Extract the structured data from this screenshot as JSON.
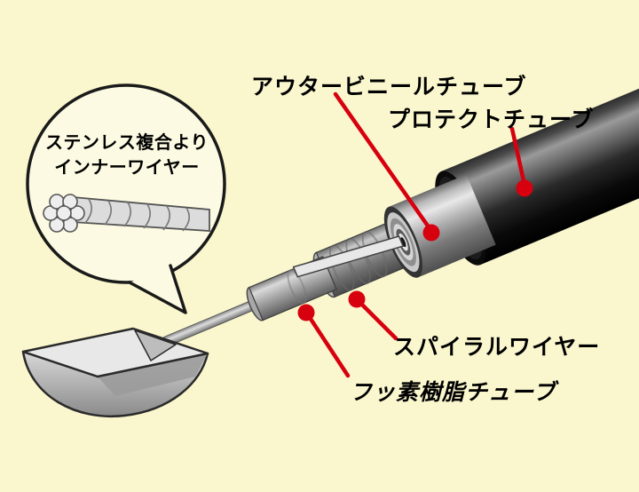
{
  "diagram": {
    "type": "cable-structure-cutaway",
    "background_color": "#FAF7CE",
    "accent_red": "#D7000F",
    "outline_black": "#1A1A1A",
    "callouts": {
      "outer_vinyl_tube": {
        "label": "アウタービニールチューブ"
      },
      "protect_tube": {
        "label": "プロテクトチューブ"
      },
      "spiral_wire": {
        "label": "スパイラルワイヤー"
      },
      "fluoro_resin_tube": {
        "label": "フッ素樹脂チューブ"
      }
    },
    "inset": {
      "line1": "ステンレス複合より",
      "line2": "インナーワイヤー"
    },
    "parts": [
      "protect-tube",
      "outer-vinyl-tube",
      "spiral-wire",
      "fluoro-resin-tube",
      "inner-wire",
      "cable-end-fitting"
    ]
  }
}
